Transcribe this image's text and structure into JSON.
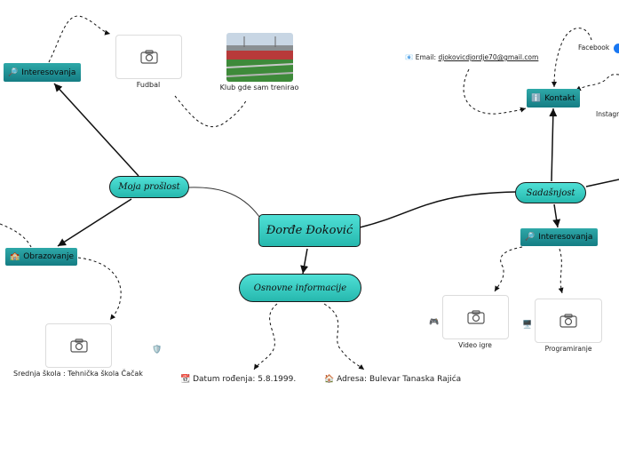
{
  "central": {
    "label": "Đorđe Đoković"
  },
  "branches": {
    "past": "Moja prošlost",
    "present": "Sadašnjost",
    "basic": "Osnovne informacije"
  },
  "past": {
    "interests_label": "Interesovanja",
    "football_caption": "Fudbal",
    "club_caption": "Klub gde sam trenirao",
    "education_label": "Obrazovanje",
    "school_caption": "Srednja škola : Tehnička škola Čačak"
  },
  "basic": {
    "birth": "Datum rođenja: 5.8.1999.",
    "address": "Adresa: Bulevar Tanaska Rajića"
  },
  "present": {
    "contact_label": "Kontakt",
    "email_prefix": "Email: ",
    "email_value": "djokovicdjordje70@gmail.com",
    "facebook": "Facebook",
    "instagram": "Instagr",
    "interests_label": "Interesovanja",
    "games_caption": "Video igre",
    "programming_caption": "Programiranje"
  },
  "icons": {
    "interests": "magnifier-icon",
    "education": "school-icon",
    "contact": "info-icon",
    "photo_placeholder": "camera-icon",
    "birth": "calendar-icon",
    "address": "house-icon",
    "email": "envelope-icon",
    "games": "gamepad-icon",
    "programming": "computer-icon",
    "facebook": "facebook-icon"
  },
  "colors": {
    "node_fill": "#2ec4b8",
    "tag_fill": "#1f9299",
    "facebook": "#1877f2"
  }
}
